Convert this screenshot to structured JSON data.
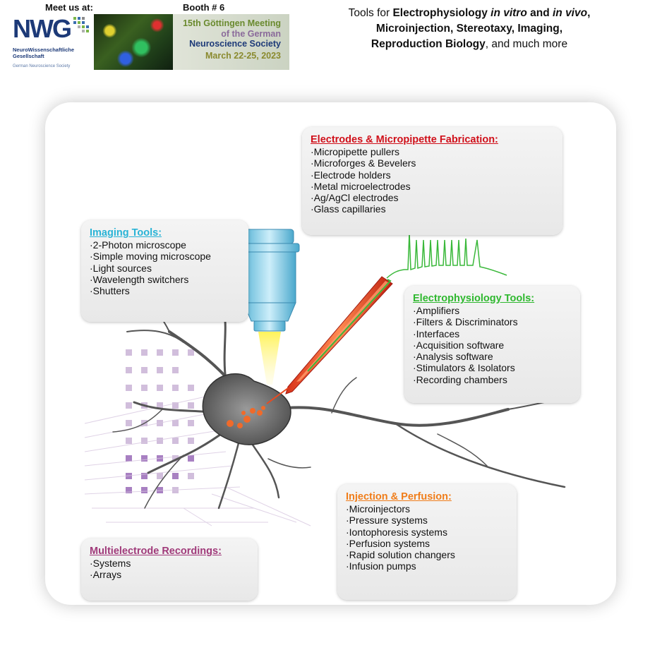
{
  "header": {
    "meet_us": "Meet us at:",
    "booth": "Booth # 6",
    "nwg": {
      "logo_text": "NWG",
      "subtitle_line1": "NeuroWissenschaftliche",
      "subtitle_line2": "Gesellschaft",
      "subtitle_line3": "German Neuroscience Society"
    },
    "meeting": {
      "line1": "15th Göttingen Meeting",
      "line2": "of the German",
      "line3": "Neuroscience Society",
      "line4": "March 22-25, 2023"
    },
    "tagline_parts": {
      "p1": "Tools for ",
      "p2": "Electrophysiology ",
      "p3": "in vitro",
      "p4": " and ",
      "p5": "in vivo",
      "p6": ",",
      "p7": "Microinjection, Stereotaxy, Imaging,",
      "p8": "Reproduction Biology",
      "p9": ", and much more"
    }
  },
  "categories": {
    "electrodes": {
      "title": "Electrodes & Micropipette Fabrication:",
      "items": [
        "Micropipette pullers",
        "Microforges & Bevelers",
        "Electrode holders",
        "Metal microelectrodes",
        "Ag/AgCl electrodes",
        "Glass capillaries"
      ]
    },
    "imaging": {
      "title": "Imaging Tools:",
      "items": [
        "2-Photon microscope",
        "Simple moving microscope",
        "Light sources",
        "Wavelength switchers",
        "Shutters"
      ]
    },
    "ephys": {
      "title": "Electrophysiology Tools:",
      "items": [
        "Amplifiers",
        "Filters & Discriminators",
        "Interfaces",
        "Acquisition software",
        "Analysis software",
        "Stimulators & Isolators",
        "Recording chambers"
      ]
    },
    "injection": {
      "title": "Injection & Perfusion:",
      "items": [
        "Microinjectors",
        "Pressure systems",
        "Iontophoresis systems",
        "Perfusion systems",
        "Rapid solution changers",
        "Infusion pumps"
      ]
    },
    "multielectrode": {
      "title": "Multielectrode Recordings:",
      "items": [
        "Systems",
        "Arrays"
      ]
    }
  },
  "colors": {
    "electrodes": "#d0101a",
    "imaging": "#29b3d6",
    "ephys": "#2fb82f",
    "injection": "#f07d1a",
    "multielectrode": "#a03a7a",
    "nwg_blue": "#1d3a78"
  },
  "icons": [
    "microscope-objective-icon",
    "neuron-icon",
    "micropipette-icon",
    "action-potential-trace-icon",
    "electrode-array-icon"
  ]
}
